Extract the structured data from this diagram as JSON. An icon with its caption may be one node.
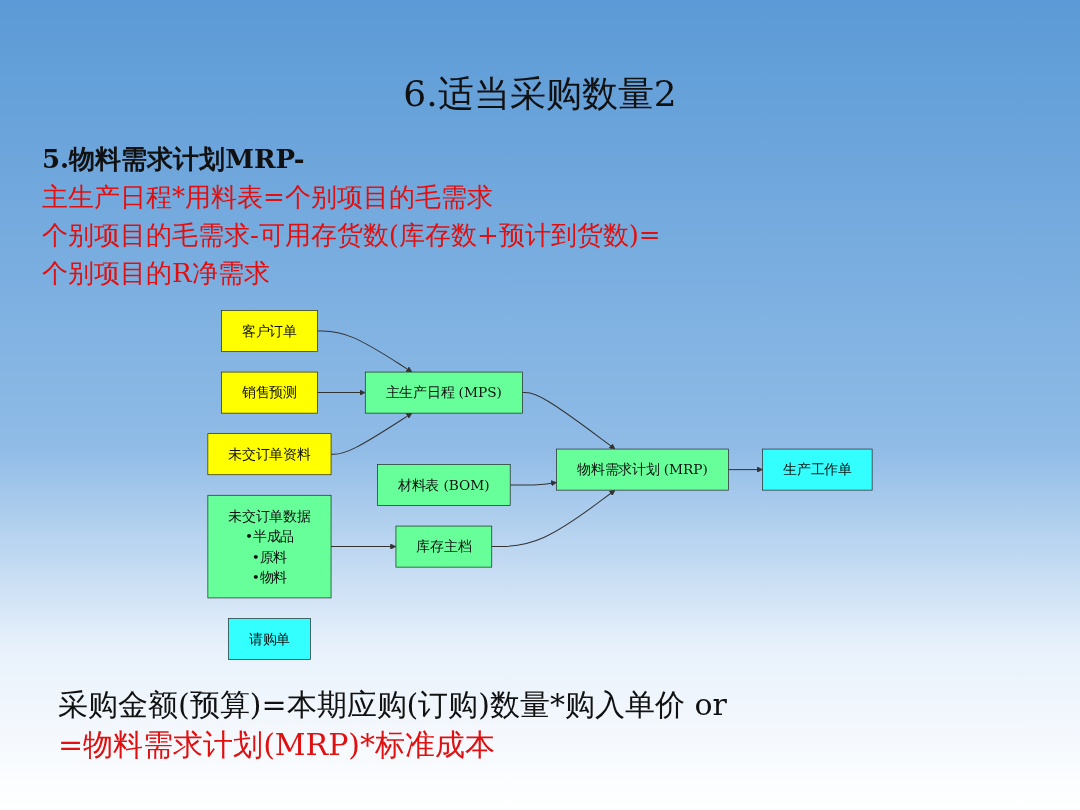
{
  "diagram": {
    "title": "6.适当采购数量2",
    "nodes": [
      {
        "text": [
          "客户订单"
        ]
      },
      {
        "text": [
          "销售预测"
        ]
      },
      {
        "text": [
          "主生产日程 (MPS)"
        ]
      },
      {
        "text": [
          "未交订单资料"
        ]
      },
      {
        "text": [
          "材料表 (BOM)"
        ]
      },
      {
        "text": [
          "物料需求计划 (MRP)"
        ]
      },
      {
        "text": [
          "库存主档"
        ]
      },
      {
        "text": [
          "未交订单数据",
          "•半成品",
          "•原料",
          "•物料"
        ]
      },
      {
        "text": [
          "生产工作单"
        ]
      },
      {
        "text": [
          "请购单"
        ]
      }
    ],
    "edges": [
      {
        "from": 0,
        "to": 2,
        "arrow": "to"
      },
      {
        "from": 1,
        "to": 2,
        "arrow": "to"
      },
      {
        "from": 3,
        "to": 2,
        "arrow": "to"
      },
      {
        "from": 2,
        "to": 5,
        "arrow": "to"
      },
      {
        "from": 4,
        "to": 5,
        "arrow": "to"
      },
      {
        "from": 6,
        "to": 5,
        "arrow": "to"
      },
      {
        "from": 7,
        "to": 6,
        "arrow": "to"
      },
      {
        "from": 5,
        "to": 8,
        "arrow": "to"
      }
    ],
    "labels": [
      "5.物料需求计划MRP-",
      "主生产日程*用料表=个别项目的毛需求",
      "个别项目的毛需求-可用存货数(库存数+预计到货数)=",
      "个别项目的R净需求",
      "采购金额(预算)=本期应购(订购)数量*购入单价 or",
      "=物料需求计划(MRP)*标准成本"
    ]
  }
}
